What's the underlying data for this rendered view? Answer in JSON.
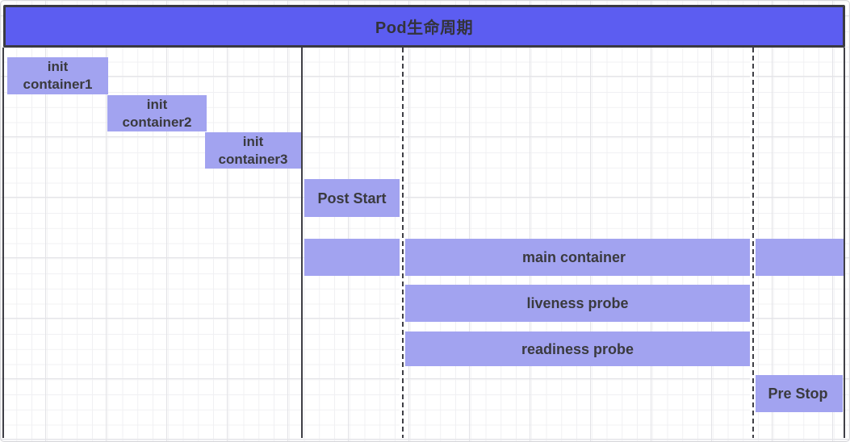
{
  "title": "Pod生命周期",
  "colors": {
    "title_fill": "#5c5df1",
    "title_text": "#33333b",
    "bar_fill": "#a2a3f0",
    "bar_text": "#3a3a3e",
    "border_dark": "#3a3a42",
    "line_dark": "#3f3f46",
    "grid_major": "#e3e3e7",
    "grid_minor": "#f0f0f3"
  },
  "bars": [
    {
      "id": "init-container-1",
      "lines": [
        "init",
        "container1"
      ]
    },
    {
      "id": "init-container-2",
      "lines": [
        "init",
        "container2"
      ]
    },
    {
      "id": "init-container-3",
      "lines": [
        "init",
        "container3"
      ]
    },
    {
      "id": "post-start",
      "label": "Post Start"
    },
    {
      "id": "main-container",
      "label": "main container"
    },
    {
      "id": "liveness-probe",
      "label": "liveness probe"
    },
    {
      "id": "readiness-probe",
      "label": "readiness probe"
    },
    {
      "id": "pre-stop",
      "label": "Pre Stop"
    }
  ],
  "dividers": {
    "solid_lines": [
      "left-border",
      "post-init-boundary",
      "right-border"
    ],
    "dashed_lines": [
      "container-start-boundary",
      "container-stop-boundary"
    ]
  }
}
